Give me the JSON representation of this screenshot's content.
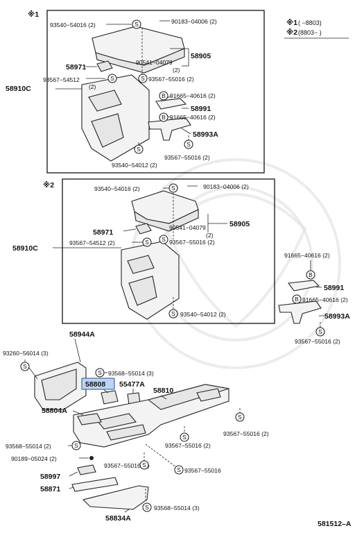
{
  "diagram_code": "581512–A",
  "legend": {
    "line1_mark": "※1",
    "line1_range": "(      −8803)",
    "line2_mark": "※2",
    "line2_range": "(8803−      )"
  },
  "panel1": {
    "mark": "※1",
    "labels": {
      "p93540_54016": "93540−54016 (2)",
      "p90183_04006": "90183−04006 (2)",
      "p58905": "58905",
      "p90541_04079": "90541−04079",
      "p90541_qty": "(2)",
      "p58971": "58971",
      "p93567_54512": "93567−54512",
      "p93567_54512_qty": "(2)",
      "p93567_55016_a": "93567−55016 (2)",
      "p91665_40616_a": "91665−40616 (2)",
      "p58991": "58991",
      "p91665_40616_b": "91665−40616 (2)",
      "p58993A": "58993A",
      "p93567_55016_b": "93567−55016 (2)",
      "p93540_54012": "93540−54012 (2)",
      "p58910C": "58910C"
    }
  },
  "panel2": {
    "mark": "※2",
    "labels": {
      "p93540_54016": "93540−54016 (2)",
      "p90183_04006": "90183−04006 (2)",
      "p58905": "58905",
      "p90541_04079": "90541−04079",
      "p90541_qty": "(2)",
      "p58971": "58971",
      "p93567_54512": "93567−54512 (2)",
      "p93567_55016": "93567−55016 (2)",
      "p93540_54012": "93540−54012 (2)",
      "p58910C": "58910C"
    }
  },
  "outside": {
    "p91665_40616_a": "91665−40616 (2)",
    "p58991": "58991",
    "p91665_40616_b": "91665−40616 (2)",
    "p58993A": "58993A",
    "p93567_55016": "93567−55016 (2)"
  },
  "lower": {
    "p58944A": "58944A",
    "p93260_56014": "93260−56014 (3)",
    "p93568_55014_a": "93568−55014 (3)",
    "p58808": "58808",
    "p55477A": "55477A",
    "p58810": "58810",
    "p58804A": "58804A",
    "p93567_55016_a": "93567−55016 (2)",
    "p93568_55014_b": "93568−55014 (2)",
    "p93567_55016_b": "93567−55016 (2)",
    "p90189_05024": "90189−05024 (2)",
    "p93567_55016_c": "93567−55016 (2)",
    "p93567_55016_d": "93567−55016",
    "p58997": "58997",
    "p58871": "58871",
    "p93568_55014_c": "93568−55014 (3)",
    "p58834A": "58834A"
  },
  "symbols": {
    "s": "S",
    "b": "B"
  },
  "colors": {
    "highlight": "#bcd4f2",
    "line": "#222222"
  }
}
